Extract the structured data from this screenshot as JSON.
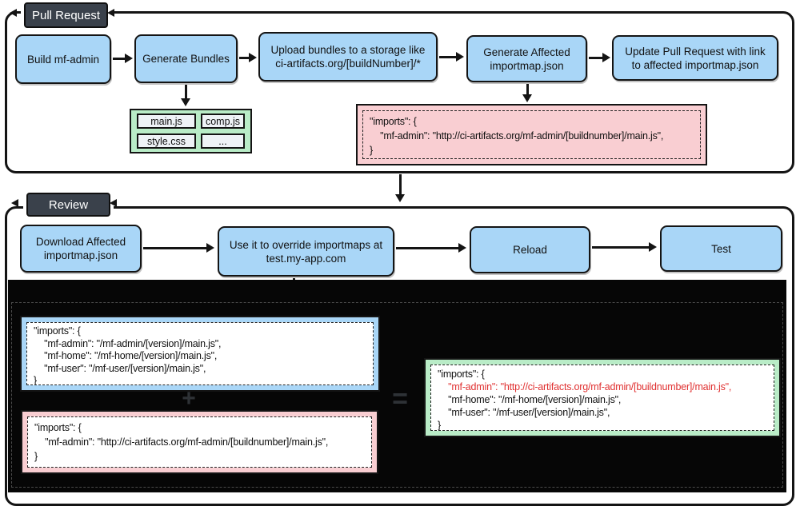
{
  "sections": {
    "pull_request": {
      "label": "Pull Request",
      "steps": [
        "Build mf-admin",
        "Generate Bundles",
        "Upload bundles to a storage like ci-artifacts.org/[buildNumber]/*",
        "Generate Affected importmap.json",
        "Update Pull Request with link to affected importmap.json"
      ],
      "bundles": [
        "main.js",
        "comp.js",
        "style.css",
        "..."
      ]
    },
    "review": {
      "label": "Review",
      "steps": [
        "Download Affected importmap.json",
        "Use it to override importmaps at test.my-app.com",
        "Reload",
        "Test"
      ]
    }
  },
  "code": {
    "affected": [
      "\"imports\": {",
      "    \"mf-admin\": \"http://ci-artifacts.org/mf-admin/[buildnumber]/main.js\",",
      "}"
    ],
    "base": [
      "\"imports\": {",
      "    \"mf-admin\": \"/mf-admin/[version]/main.js\",",
      "    \"mf-home\": \"/mf-home/[version]/main.js\",",
      "    \"mf-user\": \"/mf-user/[version]/main.js\",",
      "}"
    ],
    "merged": [
      "\"imports\": {",
      "    \"mf-admin\": \"http://ci-artifacts.org/mf-admin/[buildnumber]/main.js\",",
      "    \"mf-home\": \"/mf-home/[version]/main.js\",",
      "    \"mf-user\": \"/mf-user/[version]/main.js\",",
      "}"
    ]
  },
  "operators": {
    "plus": "+",
    "equals": "="
  },
  "colors": {
    "step_blue": "#a9d6f7",
    "bundle_green": "#b9ecc7",
    "snippet_pink": "#f9ced2",
    "label_dark": "#3a414b",
    "highlight_red": "#e03131",
    "panel_black": "#060606"
  }
}
